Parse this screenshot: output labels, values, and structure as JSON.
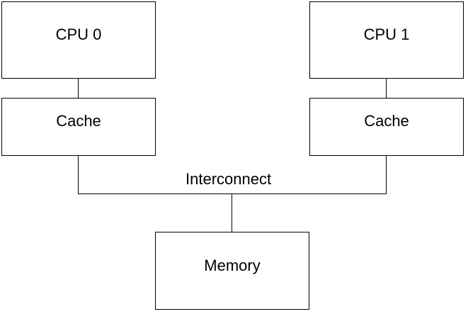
{
  "diagram": {
    "nodes": {
      "cpu0": "CPU 0",
      "cpu1": "CPU 1",
      "cache0": "Cache",
      "cache1": "Cache",
      "memory": "Memory"
    },
    "interconnect_label": "Interconnect"
  }
}
